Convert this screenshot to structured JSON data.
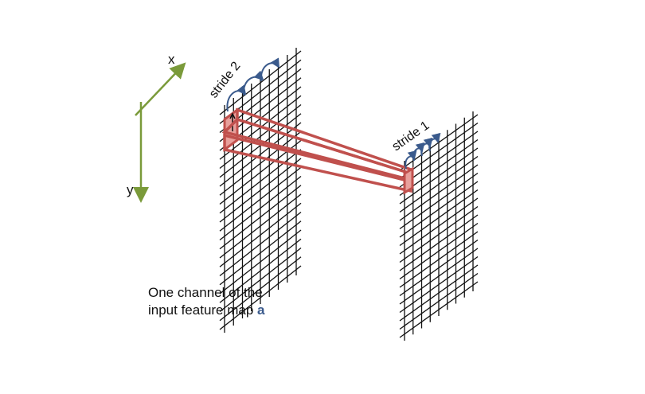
{
  "axes": {
    "x_label": "x",
    "y_label": "y",
    "color": "#7a9a3a"
  },
  "input_map": {
    "stride_label": "stride 2"
  },
  "output_map": {
    "stride_label": "stride 1"
  },
  "caption": {
    "line1": "One channel of the",
    "line2_prefix": "input feature map ",
    "line2_symbol": "a"
  },
  "colors": {
    "grid": "#111111",
    "receptive_field": "#c0504d",
    "receptive_fill": "#e8a09c",
    "stride_arrow": "#3a5a8c"
  }
}
